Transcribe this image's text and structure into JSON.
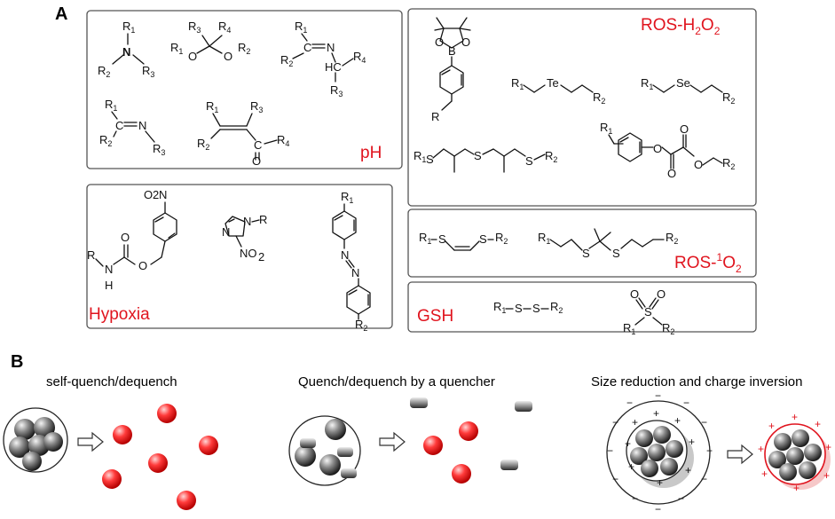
{
  "panel_a": {
    "letter": "A",
    "groups": {
      "ph": "pH",
      "hypoxia": "Hypoxia",
      "ros_h2o2": {
        "base": "ROS-H",
        "sub1": "2",
        "mid": "O",
        "sub2": "2"
      },
      "ros_1o2": {
        "base": "ROS-",
        "sup": "1",
        "mid": "O",
        "sub": "2"
      },
      "gsh": "GSH"
    }
  },
  "panel_b": {
    "letter": "B",
    "titles": {
      "self": "self-quench/dequench",
      "quencher": "Quench/dequench by a quencher",
      "size": "Size reduction and charge inversion"
    }
  },
  "colors": {
    "red": "#e0141e",
    "frame": "#555555"
  }
}
